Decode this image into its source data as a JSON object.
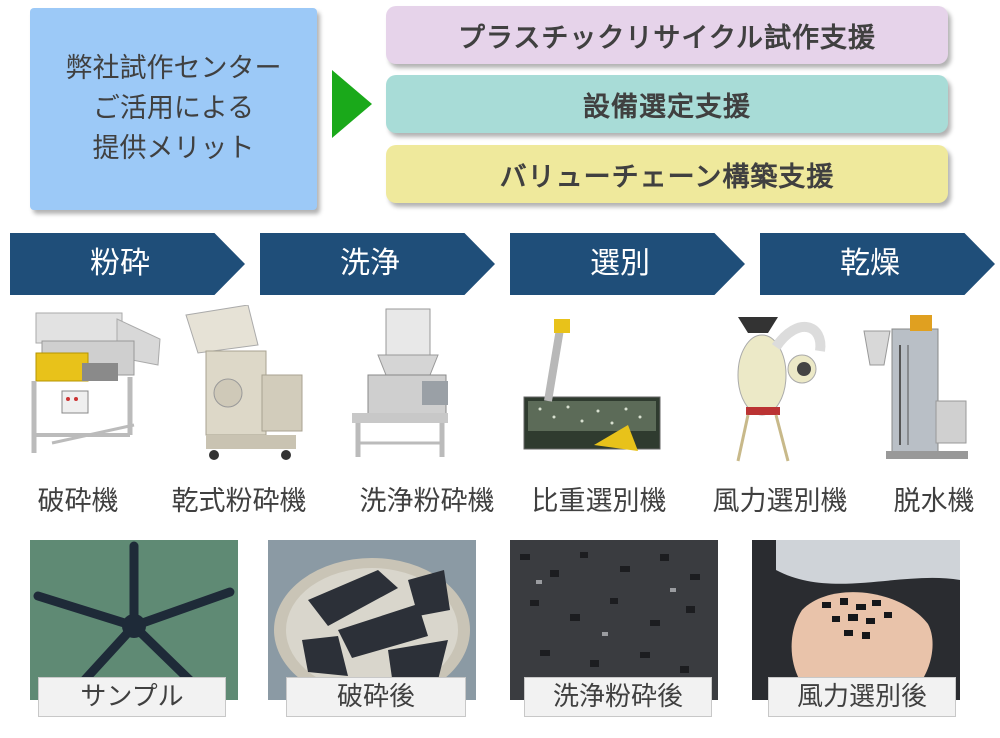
{
  "intro": {
    "lines": [
      "弊社試作センター",
      "ご活用による",
      "提供メリット"
    ]
  },
  "supports": [
    "プラスチックリサイクル試作支援",
    "設備選定支援",
    "バリューチェーン構築支援"
  ],
  "process_steps": [
    "粉砕",
    "洗浄",
    "選別",
    "乾燥"
  ],
  "machines": [
    "破砕機",
    "乾式粉砕機",
    "洗浄粉砕機",
    "比重選別機",
    "風力選別機",
    "脱水機"
  ],
  "samples": [
    "サンプル",
    "破砕後",
    "洗浄粉砕後",
    "風力選別後"
  ],
  "colors": {
    "intro_box": "#9cc9f7",
    "arrow": "#1aa91a",
    "support_1": "#e6d3ea",
    "support_2": "#a8dcd7",
    "support_3": "#efe99c",
    "chevron": "#1f4e79"
  }
}
